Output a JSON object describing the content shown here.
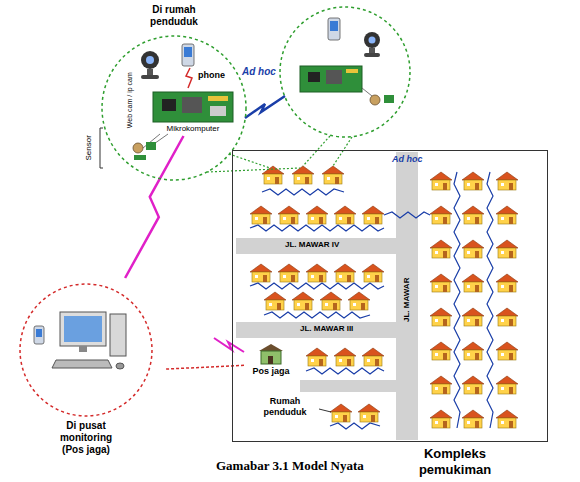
{
  "diagram": {
    "caption": "Gamabar 3.1 Model Nyata",
    "nodes": [
      {
        "text": [
          "Di rumah penduduk"
        ]
      },
      {
        "text": [
          "Mikrokomputer"
        ],
        "in": 0
      },
      {
        "text": [
          "Di pusat monitoring (Pos jaga)"
        ]
      },
      {
        "text": [
          "Kompleks pemukiman"
        ]
      },
      {
        "text": [
          "Pos jaga"
        ],
        "in": 3
      }
    ],
    "edges": [
      {
        "from": 1,
        "to": 2,
        "arrow": "none"
      },
      {
        "from": 4,
        "to": 2,
        "arrow": "none"
      }
    ],
    "labels": [
      "Web cam / ip cam",
      "phone",
      "Sensor",
      "Ad hoc",
      "Ad hoc",
      "JL. MAWAR IV",
      "JL. MAWAR III",
      "JL. MAWAR",
      "Rumah penduduk"
    ]
  }
}
